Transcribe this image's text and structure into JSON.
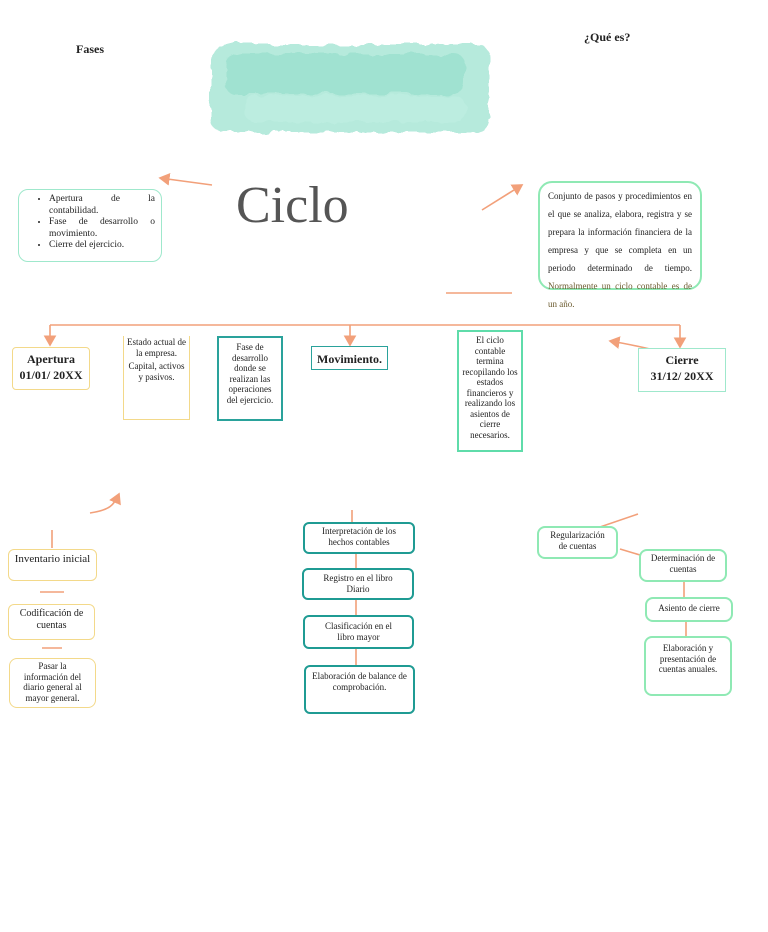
{
  "header": {
    "fases_label": "Fases",
    "que_es_label": "¿Qué es?",
    "title": "Ciclo"
  },
  "colors": {
    "accent_orange": "#f2a07a",
    "teal": "#1f9b93",
    "mint": "#9fe8cc",
    "yellow": "#f3d98a",
    "green": "#8fe9b4",
    "brush": "#a9e6d6"
  },
  "phases_box": {
    "items": [
      "Apertura de la contabilidad.",
      "Fase de desarrollo o movimiento.",
      "Cierre del ejercicio."
    ]
  },
  "definition_box": {
    "text_main": "Conjunto de pasos y procedimientos en el que se analiza, elabora, registra y se prepara la información financiera de la empresa y que se completa en un periodo determinado de tiempo.",
    "text_note": "Normalmente un ciclo contable es de un año."
  },
  "stages": {
    "apertura": {
      "title": "Apertura",
      "date": "01/01/ 20XX"
    },
    "estado_actual": {
      "line1": "Estado actual de la empresa.",
      "line2": "Capital, activos y pasivos."
    },
    "fase_desarrollo": "Fase de desarrollo donde se realizan las operaciones del ejercicio.",
    "movimiento": "Movimiento.",
    "ciclo_termina": "El ciclo contable termina recopilando los estados financieros y realizando los asientos de cierre necesarios.",
    "cierre": {
      "title": "Cierre",
      "date": "31/12/ 20XX"
    }
  },
  "left_steps": [
    "Inventario inicial",
    "Codificación de cuentas",
    "Pasar la información del diario general al mayor general."
  ],
  "middle_steps": [
    "Interpretación de los hechos contables",
    "Registro en el libro Diario",
    "Clasificación en el libro mayor",
    "Elaboración de balance de comprobación."
  ],
  "right_steps": [
    "Regularización de cuentas",
    "Determinación de cuentas",
    "Asiento de cierre",
    "Elaboración y presentación de cuentas anuales."
  ]
}
